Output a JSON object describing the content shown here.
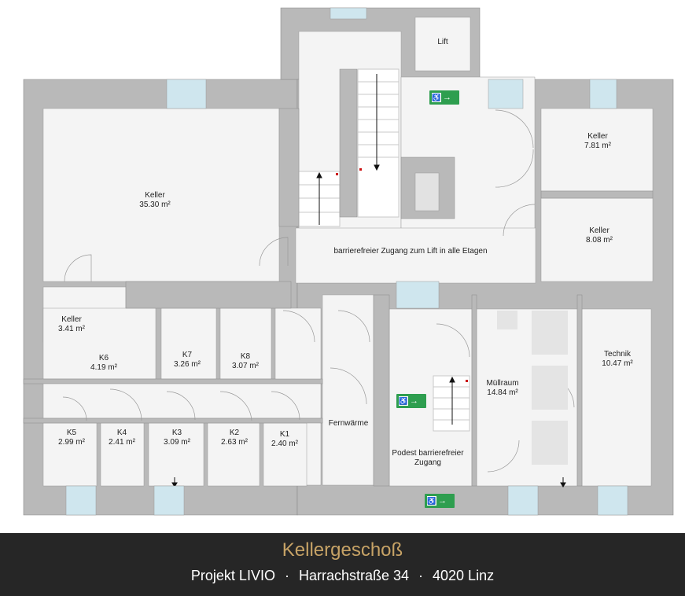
{
  "floor_title": "Kellergeschoß",
  "project": "Projekt LIVIO",
  "address": "Harrachstraße 34",
  "city": "4020 Linz",
  "separator": "·",
  "icons": [
    "wheelchair-exit-sign-icon",
    "stair-arrow-icon"
  ],
  "colors": {
    "wall": "#b9b9b9",
    "floor": "#f4f4f4",
    "window": "#cfe6ee",
    "footer_bg": "#262626",
    "title": "#c7a366",
    "exit_green": "#2e9e4f"
  },
  "rooms": [
    {
      "id": "keller-35",
      "name": "Keller",
      "area": "35.30 m²"
    },
    {
      "id": "keller-781",
      "name": "Keller",
      "area": "7.81 m²"
    },
    {
      "id": "keller-808",
      "name": "Keller",
      "area": "8.08 m²"
    },
    {
      "id": "keller-341",
      "name": "Keller",
      "area": "3.41 m²"
    },
    {
      "id": "k6",
      "name": "K6",
      "area": "4.19 m²"
    },
    {
      "id": "k7",
      "name": "K7",
      "area": "3.26 m²"
    },
    {
      "id": "k8",
      "name": "K8",
      "area": "3.07 m²"
    },
    {
      "id": "k5",
      "name": "K5",
      "area": "2.99 m²"
    },
    {
      "id": "k4",
      "name": "K4",
      "area": "2.41 m²"
    },
    {
      "id": "k3",
      "name": "K3",
      "area": "3.09 m²"
    },
    {
      "id": "k2",
      "name": "K2",
      "area": "2.63 m²"
    },
    {
      "id": "k1",
      "name": "K1",
      "area": "2.40 m²"
    },
    {
      "id": "muellraum",
      "name": "Müllraum",
      "area": "14.84 m²"
    },
    {
      "id": "technik",
      "name": "Technik",
      "area": "10.47 m²"
    },
    {
      "id": "fernwaerme",
      "name": "Fernwärme",
      "area": ""
    },
    {
      "id": "lift",
      "name": "Lift",
      "area": ""
    },
    {
      "id": "zugang",
      "name": "barrierefreier Zugang zum Lift in alle Etagen",
      "area": ""
    },
    {
      "id": "podest",
      "name": "Podest barrierefreier",
      "area": "Zugang"
    }
  ]
}
